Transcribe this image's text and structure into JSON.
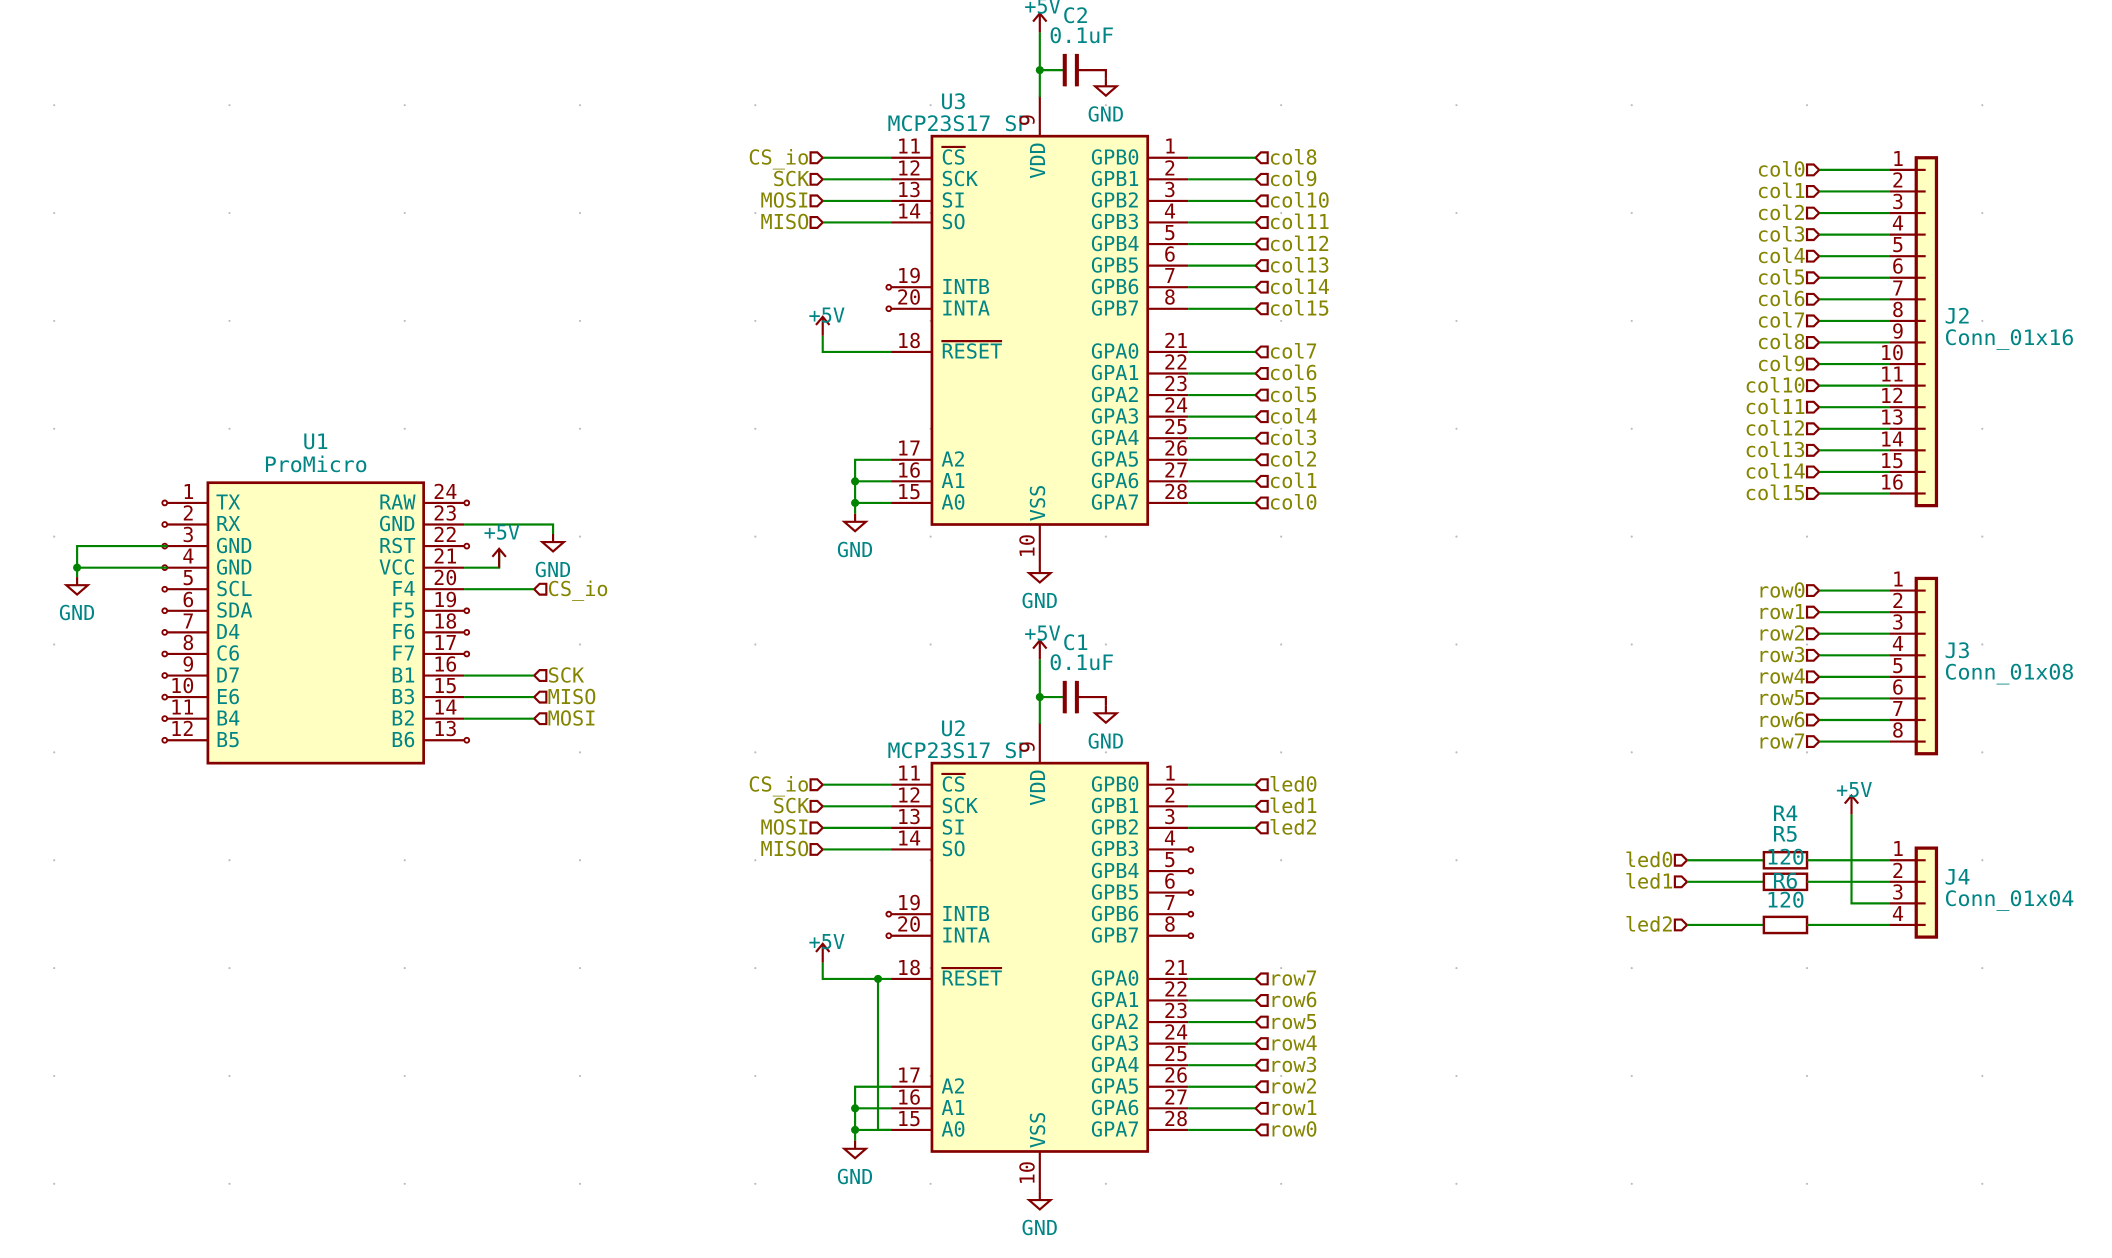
{
  "components": {
    "U1": {
      "ref": "U1",
      "value": "ProMicro",
      "left_pins": [
        {
          "num": "1",
          "name": "TX"
        },
        {
          "num": "2",
          "name": "RX"
        },
        {
          "num": "3",
          "name": "GND"
        },
        {
          "num": "4",
          "name": "GND"
        },
        {
          "num": "5",
          "name": "SCL"
        },
        {
          "num": "6",
          "name": "SDA"
        },
        {
          "num": "7",
          "name": "D4"
        },
        {
          "num": "8",
          "name": "C6"
        },
        {
          "num": "9",
          "name": "D7"
        },
        {
          "num": "10",
          "name": "E6"
        },
        {
          "num": "11",
          "name": "B4"
        },
        {
          "num": "12",
          "name": "B5"
        }
      ],
      "right_pins": [
        {
          "num": "24",
          "name": "RAW"
        },
        {
          "num": "23",
          "name": "GND"
        },
        {
          "num": "22",
          "name": "RST"
        },
        {
          "num": "21",
          "name": "VCC"
        },
        {
          "num": "20",
          "name": "F4"
        },
        {
          "num": "19",
          "name": "F5"
        },
        {
          "num": "18",
          "name": "F6"
        },
        {
          "num": "17",
          "name": "F7"
        },
        {
          "num": "16",
          "name": "B1"
        },
        {
          "num": "15",
          "name": "B3"
        },
        {
          "num": "14",
          "name": "B2"
        },
        {
          "num": "13",
          "name": "B6"
        }
      ],
      "nets": {
        "gnd": "GND",
        "pwr": "+5V",
        "cs": "CS_io",
        "sck": "SCK",
        "miso": "MISO",
        "mosi": "MOSI"
      }
    },
    "U3": {
      "ref": "U3",
      "value": "MCP23S17_SP",
      "vdd": {
        "num": "9",
        "name": "VDD"
      },
      "vss": {
        "num": "10",
        "name": "VSS"
      },
      "left_pins": [
        {
          "num": "11",
          "name": "CS",
          "net": "CS_io",
          "overbar": true
        },
        {
          "num": "12",
          "name": "SCK",
          "net": "SCK"
        },
        {
          "num": "13",
          "name": "SI",
          "net": "MOSI"
        },
        {
          "num": "14",
          "name": "SO",
          "net": "MISO"
        },
        {
          "num": "19",
          "name": "INTB"
        },
        {
          "num": "20",
          "name": "INTA"
        },
        {
          "num": "18",
          "name": "RESET",
          "overbar": true
        },
        {
          "num": "17",
          "name": "A2"
        },
        {
          "num": "16",
          "name": "A1"
        },
        {
          "num": "15",
          "name": "A0"
        }
      ],
      "right_pins": [
        {
          "num": "1",
          "name": "GPB0",
          "net": "col8"
        },
        {
          "num": "2",
          "name": "GPB1",
          "net": "col9"
        },
        {
          "num": "3",
          "name": "GPB2",
          "net": "col10"
        },
        {
          "num": "4",
          "name": "GPB3",
          "net": "col11"
        },
        {
          "num": "5",
          "name": "GPB4",
          "net": "col12"
        },
        {
          "num": "6",
          "name": "GPB5",
          "net": "col13"
        },
        {
          "num": "7",
          "name": "GPB6",
          "net": "col14"
        },
        {
          "num": "8",
          "name": "GPB7",
          "net": "col15"
        },
        {
          "num": "21",
          "name": "GPA0",
          "net": "col7"
        },
        {
          "num": "22",
          "name": "GPA1",
          "net": "col6"
        },
        {
          "num": "23",
          "name": "GPA2",
          "net": "col5"
        },
        {
          "num": "24",
          "name": "GPA3",
          "net": "col4"
        },
        {
          "num": "25",
          "name": "GPA4",
          "net": "col3"
        },
        {
          "num": "26",
          "name": "GPA5",
          "net": "col2"
        },
        {
          "num": "27",
          "name": "GPA6",
          "net": "col1"
        },
        {
          "num": "28",
          "name": "GPA7",
          "net": "col0"
        }
      ],
      "power": {
        "vdd": "+5V",
        "reset": "+5V",
        "addr_gnd": "GND",
        "vss_gnd": "GND"
      }
    },
    "U2": {
      "ref": "U2",
      "value": "MCP23S17_SP",
      "vdd": {
        "num": "9",
        "name": "VDD"
      },
      "vss": {
        "num": "10",
        "name": "VSS"
      },
      "left_pins": [
        {
          "num": "11",
          "name": "CS",
          "net": "CS_io",
          "overbar": true
        },
        {
          "num": "12",
          "name": "SCK",
          "net": "SCK"
        },
        {
          "num": "13",
          "name": "SI",
          "net": "MOSI"
        },
        {
          "num": "14",
          "name": "SO",
          "net": "MISO"
        },
        {
          "num": "19",
          "name": "INTB"
        },
        {
          "num": "20",
          "name": "INTA"
        },
        {
          "num": "18",
          "name": "RESET",
          "overbar": true
        },
        {
          "num": "17",
          "name": "A2"
        },
        {
          "num": "16",
          "name": "A1"
        },
        {
          "num": "15",
          "name": "A0"
        }
      ],
      "right_pins": [
        {
          "num": "1",
          "name": "GPB0",
          "net": "led0"
        },
        {
          "num": "2",
          "name": "GPB1",
          "net": "led1"
        },
        {
          "num": "3",
          "name": "GPB2",
          "net": "led2"
        },
        {
          "num": "4",
          "name": "GPB3"
        },
        {
          "num": "5",
          "name": "GPB4"
        },
        {
          "num": "6",
          "name": "GPB5"
        },
        {
          "num": "7",
          "name": "GPB6"
        },
        {
          "num": "8",
          "name": "GPB7"
        },
        {
          "num": "21",
          "name": "GPA0",
          "net": "row7"
        },
        {
          "num": "22",
          "name": "GPA1",
          "net": "row6"
        },
        {
          "num": "23",
          "name": "GPA2",
          "net": "row5"
        },
        {
          "num": "24",
          "name": "GPA3",
          "net": "row4"
        },
        {
          "num": "25",
          "name": "GPA4",
          "net": "row3"
        },
        {
          "num": "26",
          "name": "GPA5",
          "net": "row2"
        },
        {
          "num": "27",
          "name": "GPA6",
          "net": "row1"
        },
        {
          "num": "28",
          "name": "GPA7",
          "net": "row0"
        }
      ],
      "power": {
        "vdd": "+5V",
        "reset": "+5V",
        "addr_gnd": "GND",
        "vss_gnd": "GND"
      }
    },
    "C2": {
      "ref": "C2",
      "value": "0.1uF",
      "pwr": "+5V",
      "gnd": "GND"
    },
    "C1": {
      "ref": "C1",
      "value": "0.1uF",
      "pwr": "+5V",
      "gnd": "GND"
    },
    "J2": {
      "ref": "J2",
      "value": "Conn_01x16",
      "pins": [
        {
          "num": "1",
          "net": "col0"
        },
        {
          "num": "2",
          "net": "col1"
        },
        {
          "num": "3",
          "net": "col2"
        },
        {
          "num": "4",
          "net": "col3"
        },
        {
          "num": "5",
          "net": "col4"
        },
        {
          "num": "6",
          "net": "col5"
        },
        {
          "num": "7",
          "net": "col6"
        },
        {
          "num": "8",
          "net": "col7"
        },
        {
          "num": "9",
          "net": "col8"
        },
        {
          "num": "10",
          "net": "col9"
        },
        {
          "num": "11",
          "net": "col10"
        },
        {
          "num": "12",
          "net": "col11"
        },
        {
          "num": "13",
          "net": "col12"
        },
        {
          "num": "14",
          "net": "col13"
        },
        {
          "num": "15",
          "net": "col14"
        },
        {
          "num": "16",
          "net": "col15"
        }
      ]
    },
    "J3": {
      "ref": "J3",
      "value": "Conn_01x08",
      "pins": [
        {
          "num": "1",
          "net": "row0"
        },
        {
          "num": "2",
          "net": "row1"
        },
        {
          "num": "3",
          "net": "row2"
        },
        {
          "num": "4",
          "net": "row3"
        },
        {
          "num": "5",
          "net": "row4"
        },
        {
          "num": "6",
          "net": "row5"
        },
        {
          "num": "7",
          "net": "row6"
        },
        {
          "num": "8",
          "net": "row7"
        }
      ]
    },
    "J4": {
      "ref": "J4",
      "value": "Conn_01x04",
      "pins": [
        {
          "num": "1"
        },
        {
          "num": "2"
        },
        {
          "num": "3"
        },
        {
          "num": "4"
        }
      ],
      "pwr": "+5V"
    },
    "R4": {
      "ref": "R4",
      "value": "120",
      "net": "led0"
    },
    "R5": {
      "ref": "R5",
      "value": "120",
      "net": "led1"
    },
    "R6": {
      "ref": "R6",
      "value": "120",
      "net": "led2"
    }
  }
}
